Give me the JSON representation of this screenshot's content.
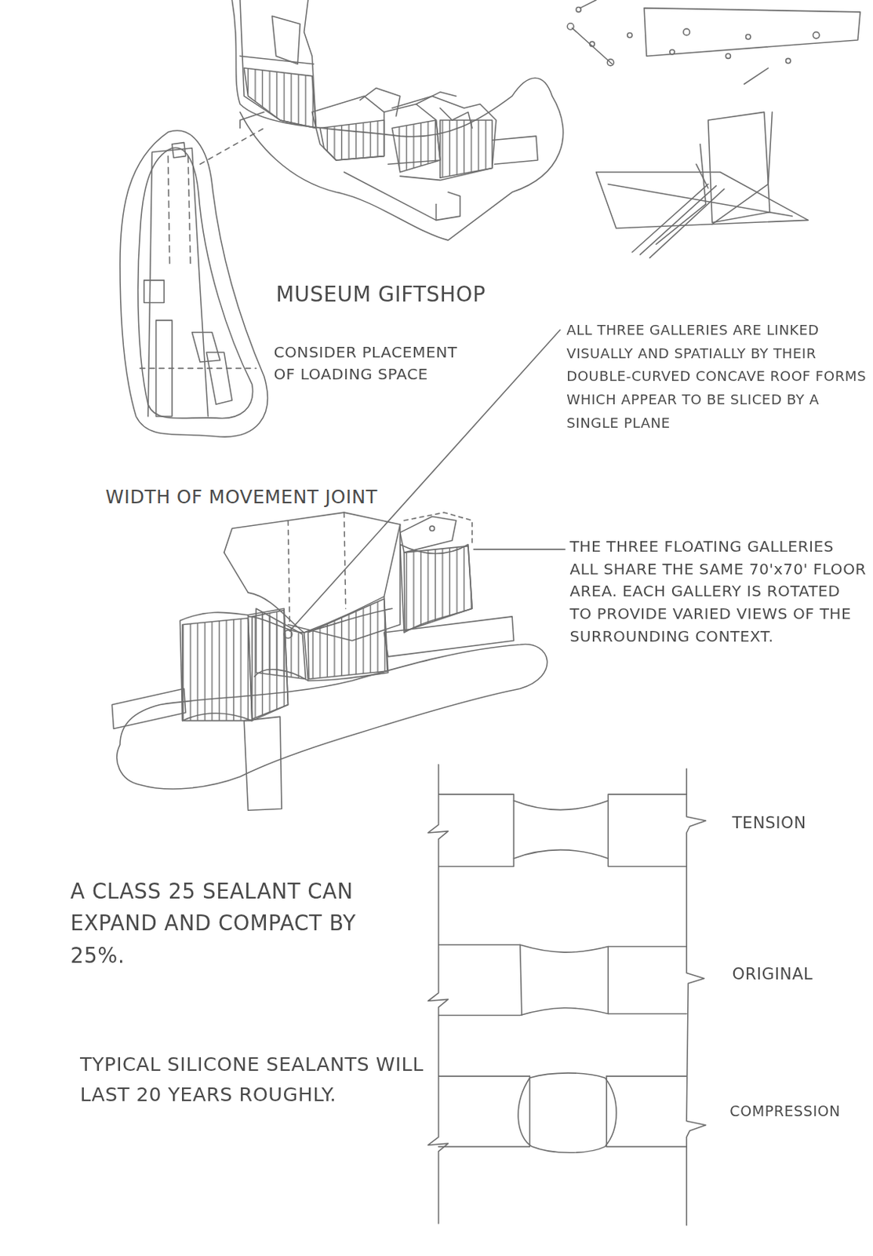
{
  "diagram": {
    "labels": [
      "MUSEUM GIFTSHOP",
      "CONSIDER PLACEMENT OF LOADING SPACE",
      "ALL THREE GALLERIES ARE LINKED VISUALLY AND SPATIALLY BY THEIR DOUBLE-CURVED CONCAVE ROOF FORMS WHICH APPEAR TO BE SLICED BY A SINGLE PLANE",
      "WIDTH OF MOVEMENT JOINT",
      "THE THREE FLOATING GALLERIES ALL SHARE THE SAME 70'x70' FLOOR AREA. EACH GALLERY IS ROTATED TO PROVIDE VARIED VIEWS OF THE SURROUNDING CONTEXT.",
      "TENSION",
      "ORIGINAL",
      "COMPRESSION",
      "A CLASS 25 SEALANT CAN EXPAND AND COMPACT BY 25%.",
      "TYPICAL SILICONE SEALANTS WILL LAST 20 YEARS ROUGHLY."
    ]
  }
}
